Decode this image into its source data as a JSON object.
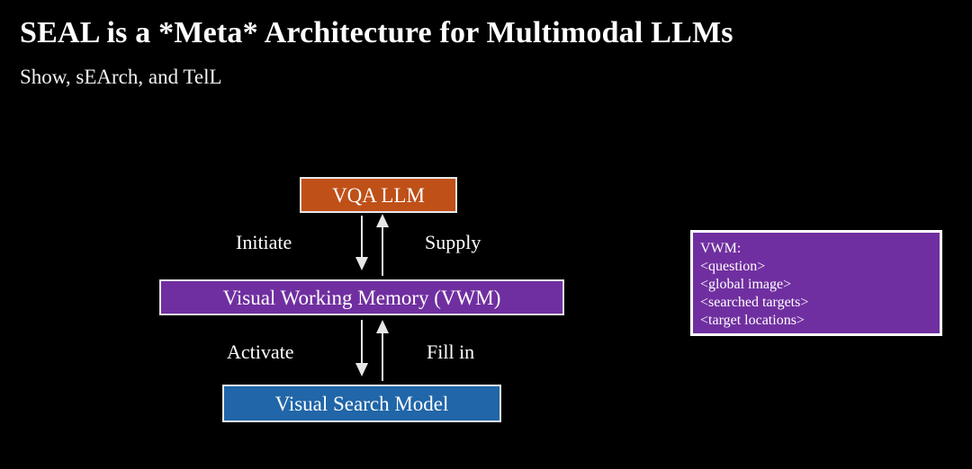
{
  "slide": {
    "background_color": "#000000",
    "title": "SEAL is a *Meta* Architecture for Multimodal LLMs",
    "subtitle": "Show, sEArch, and TelL"
  },
  "diagram": {
    "nodes": [
      {
        "id": "vqa-llm",
        "label": "VQA LLM",
        "color": "#bf5018"
      },
      {
        "id": "visual-working-memory",
        "label": "Visual Working Memory (VWM)",
        "color": "#702fa0"
      },
      {
        "id": "visual-search-model",
        "label": "Visual Search Model",
        "color": "#2066a8"
      }
    ],
    "edges": [
      {
        "id": "initiate",
        "label": "Initiate",
        "from": "vqa-llm",
        "to": "visual-working-memory",
        "direction": "down"
      },
      {
        "id": "supply",
        "label": "Supply",
        "from": "visual-working-memory",
        "to": "vqa-llm",
        "direction": "up"
      },
      {
        "id": "activate",
        "label": "Activate",
        "from": "visual-working-memory",
        "to": "visual-search-model",
        "direction": "down"
      },
      {
        "id": "fill-in",
        "label": "Fill in",
        "from": "visual-search-model",
        "to": "visual-working-memory",
        "direction": "up"
      }
    ],
    "arrow_color": "#e6e6e6"
  },
  "vwm_panel": {
    "background_color": "#702fa0",
    "border_color": "#ffffff",
    "lines": [
      "VWM:",
      "<question>",
      "<global image>",
      "<searched targets>",
      "<target locations>"
    ]
  }
}
